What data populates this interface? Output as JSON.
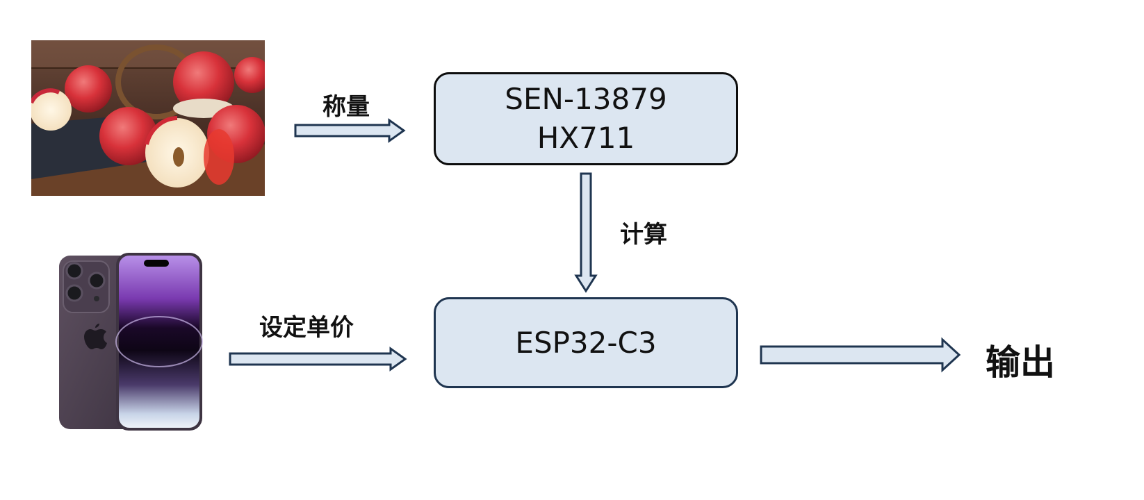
{
  "labels": {
    "weigh": "称量",
    "compute": "计算",
    "set_price": "设定单价",
    "output": "输出"
  },
  "sensor_box": {
    "line1": "SEN-13879",
    "line2": "HX711"
  },
  "mcu_box": {
    "line1": "ESP32-C3"
  },
  "colors": {
    "box_fill": "#dce6f1",
    "box_border": "#0d0d0d",
    "arrow_fill": "#dce6f1",
    "arrow_stroke": "#1f3550"
  },
  "icons": {
    "fruit_image": "apples-photo",
    "phone_image": "smartphone"
  }
}
